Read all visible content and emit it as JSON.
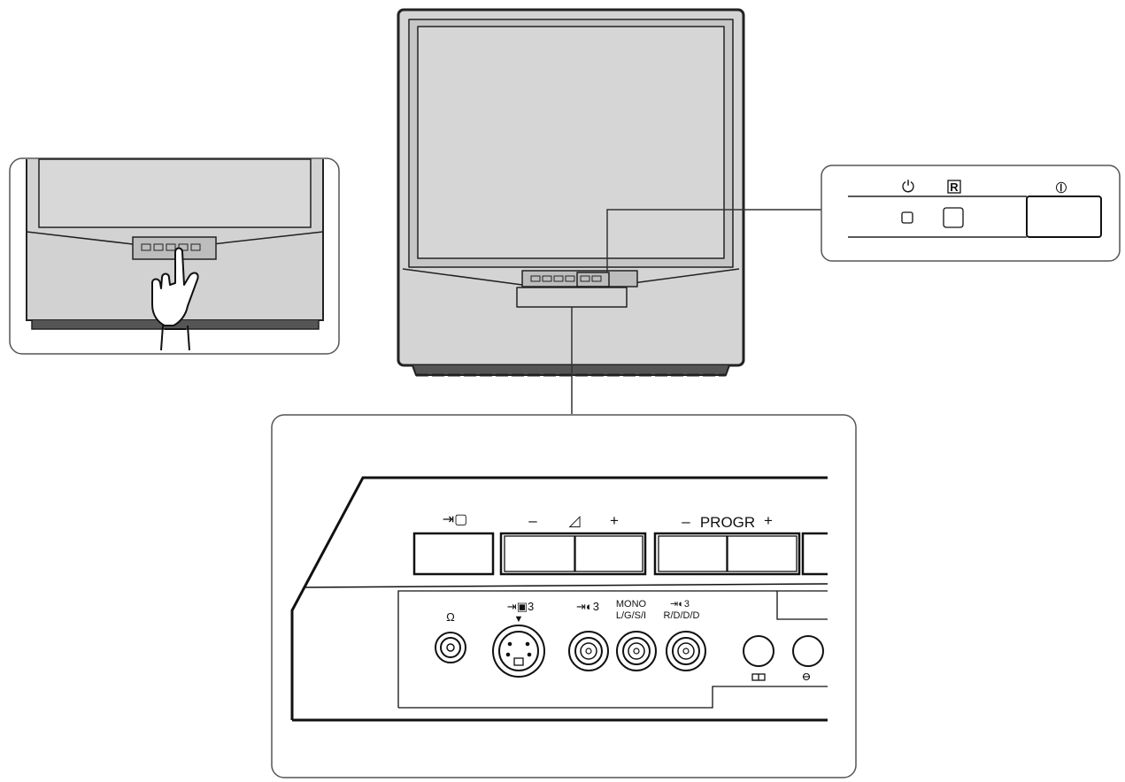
{
  "front_panel": {
    "input_symbol": "⇥▢",
    "volume_minus": "–",
    "volume_symbol": "◿",
    "volume_plus": "+",
    "progr_minus": "–",
    "progr_label": "PROGR",
    "progr_plus": "+",
    "headphone_symbol": "Ω",
    "svideo_label": "⇥▣3",
    "video_in_label": "⇥◐3",
    "mono_label": "MONO",
    "audio_in_label": "⇥◐3",
    "channels_left": "L/G/S/I",
    "channels_right": "R/D/D/D"
  },
  "status_panel": {
    "standby_symbol": "⏻",
    "record_symbol": "R",
    "power_symbol": "⦶"
  }
}
